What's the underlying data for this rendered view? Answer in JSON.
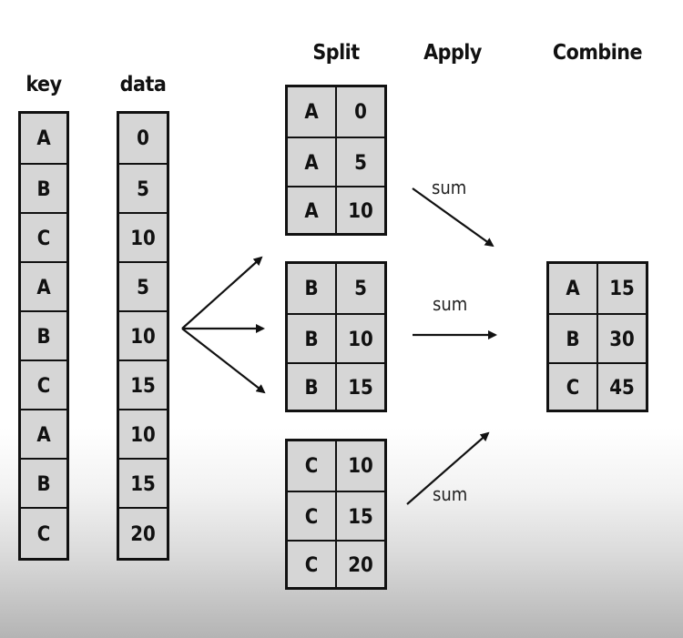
{
  "headers": {
    "key": "key",
    "data": "data",
    "split": "Split",
    "apply": "Apply",
    "combine": "Combine"
  },
  "keys": [
    "A",
    "B",
    "C",
    "A",
    "B",
    "C",
    "A",
    "B",
    "C"
  ],
  "data": [
    "0",
    "5",
    "10",
    "5",
    "10",
    "15",
    "10",
    "15",
    "20"
  ],
  "split_groups": [
    {
      "rows": [
        {
          "k": "A",
          "v": "0"
        },
        {
          "k": "A",
          "v": "5"
        },
        {
          "k": "A",
          "v": "10"
        }
      ]
    },
    {
      "rows": [
        {
          "k": "B",
          "v": "5"
        },
        {
          "k": "B",
          "v": "10"
        },
        {
          "k": "B",
          "v": "15"
        }
      ]
    },
    {
      "rows": [
        {
          "k": "C",
          "v": "10"
        },
        {
          "k": "C",
          "v": "15"
        },
        {
          "k": "C",
          "v": "20"
        }
      ]
    }
  ],
  "apply_labels": [
    "sum",
    "sum",
    "sum"
  ],
  "combine": {
    "rows": [
      {
        "k": "A",
        "v": "15"
      },
      {
        "k": "B",
        "v": "30"
      },
      {
        "k": "C",
        "v": "45"
      }
    ]
  }
}
